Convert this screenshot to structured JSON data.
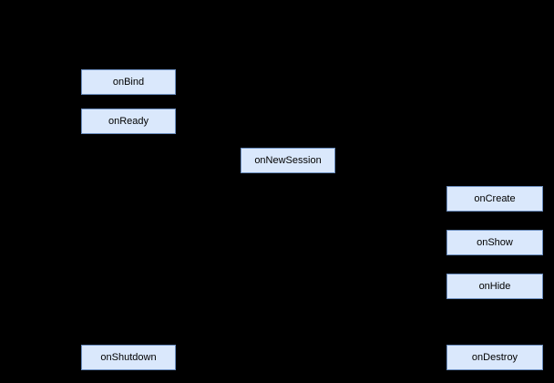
{
  "diagram": {
    "background_color": "#000000",
    "node_fill_color": "#dae8fc",
    "node_border_color": "#6c8ebf",
    "node_text_color": "#000000",
    "nodes": [
      {
        "label": "onBind"
      },
      {
        "label": "onReady"
      },
      {
        "label": "onNewSession"
      },
      {
        "label": "onCreate"
      },
      {
        "label": "onShow"
      },
      {
        "label": "onHide"
      },
      {
        "label": "onShutdown"
      },
      {
        "label": "onDestroy"
      }
    ]
  }
}
